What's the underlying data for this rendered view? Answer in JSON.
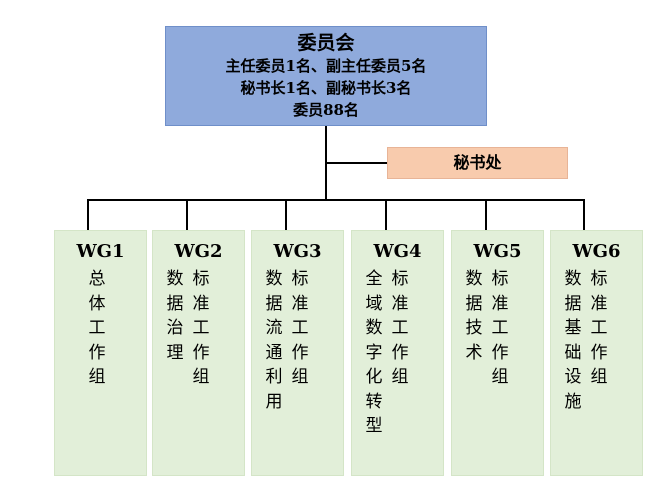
{
  "committee": {
    "title": "委员会",
    "line1": "主任委员1名、副主任委员5名",
    "line2": "秘书长1名、副秘书长3名",
    "line3": "委员88名"
  },
  "secretariat": {
    "label": "秘书处"
  },
  "groups": [
    {
      "id": "WG1",
      "col1": "总体工作组",
      "col2": ""
    },
    {
      "id": "WG2",
      "col1": "数据治理",
      "col2": "标准工作组"
    },
    {
      "id": "WG3",
      "col1": "数据流通利用",
      "col2": "标准工作组"
    },
    {
      "id": "WG4",
      "col1": "全域数字化转型",
      "col2": "标准工作组"
    },
    {
      "id": "WG5",
      "col1": "数据技术",
      "col2": "标准工作组"
    },
    {
      "id": "WG6",
      "col1": "数据基础设施",
      "col2": "标准工作组"
    }
  ],
  "colors": {
    "committee_fill": "#8faadc",
    "secretariat_fill": "#f8cbad",
    "group_fill": "#e2efd9",
    "connector": "#000000"
  }
}
